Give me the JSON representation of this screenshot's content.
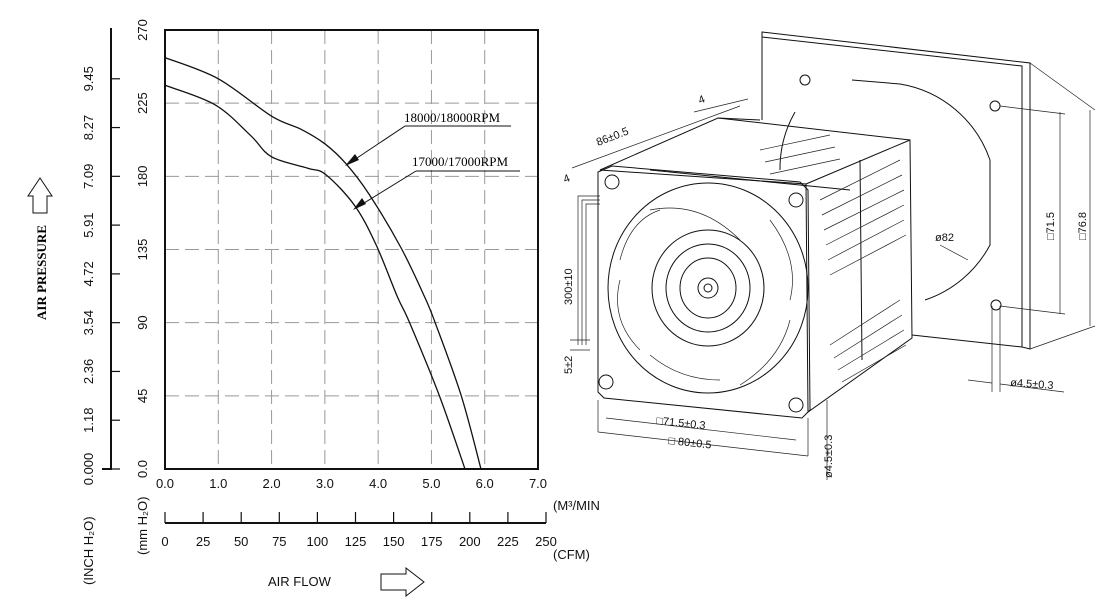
{
  "chart_data": {
    "type": "line",
    "title": "",
    "xlabel": "AIR FLOW",
    "ylabel": "AIR PRESSURE",
    "x_unit": "(M3/MIN.)",
    "x_unit_display": "(M³/MIN.)",
    "x2_unit": "(CFM)",
    "y_unit": "(mm H₂O)",
    "y2_unit": "(INCH H₂O)",
    "xlim": [
      0,
      7
    ],
    "ylim": [
      0,
      270
    ],
    "grid": true,
    "x_ticks": [
      "0.0",
      "1.0",
      "2.0",
      "3.0",
      "4.0",
      "5.0",
      "6.0",
      "7.0"
    ],
    "y_ticks": [
      "0.0",
      "45",
      "90",
      "135",
      "180",
      "225",
      "270"
    ],
    "x2_ticks": [
      "0",
      "25",
      "50",
      "75",
      "100",
      "125",
      "150",
      "175",
      "200",
      "225",
      "250"
    ],
    "y2_ticks": [
      "0.000",
      "1.18",
      "2.36",
      "3.54",
      "4.72",
      "5.91",
      "7.09",
      "8.27",
      "9.45"
    ],
    "series": [
      {
        "name": "18000/18000RPM",
        "x": [
          0,
          1.0,
          2.0,
          2.55,
          3.0,
          3.39,
          3.83,
          4.43,
          4.87,
          5.07,
          5.56,
          5.93
        ],
        "y": [
          253,
          240,
          217,
          209,
          200,
          188,
          169,
          136,
          106,
          90,
          45,
          0
        ]
      },
      {
        "name": "17000/17000RPM",
        "x": [
          0,
          0.94,
          1.61,
          2.0,
          2.68,
          3.02,
          3.56,
          3.96,
          4.36,
          4.59,
          5.15,
          5.63
        ],
        "y": [
          236,
          224,
          205,
          192,
          185,
          181,
          162,
          138,
          106,
          90,
          45,
          0
        ]
      }
    ]
  },
  "drawing": {
    "depth": "86±0.5",
    "flange_front": "4",
    "flange_back": "4",
    "lead_length": "300±10",
    "strip_length": "5±2",
    "hole_pitch": "□71.5±0.3",
    "frame_size": "□ 80±0.5",
    "hole_dia_front": "ø4.5±0.3",
    "cutout_dia": "ø82",
    "plate_hole_pitch": "□71.5",
    "plate_size": "□76.8",
    "hole_dia_plate": "ø4.5±0.3"
  }
}
